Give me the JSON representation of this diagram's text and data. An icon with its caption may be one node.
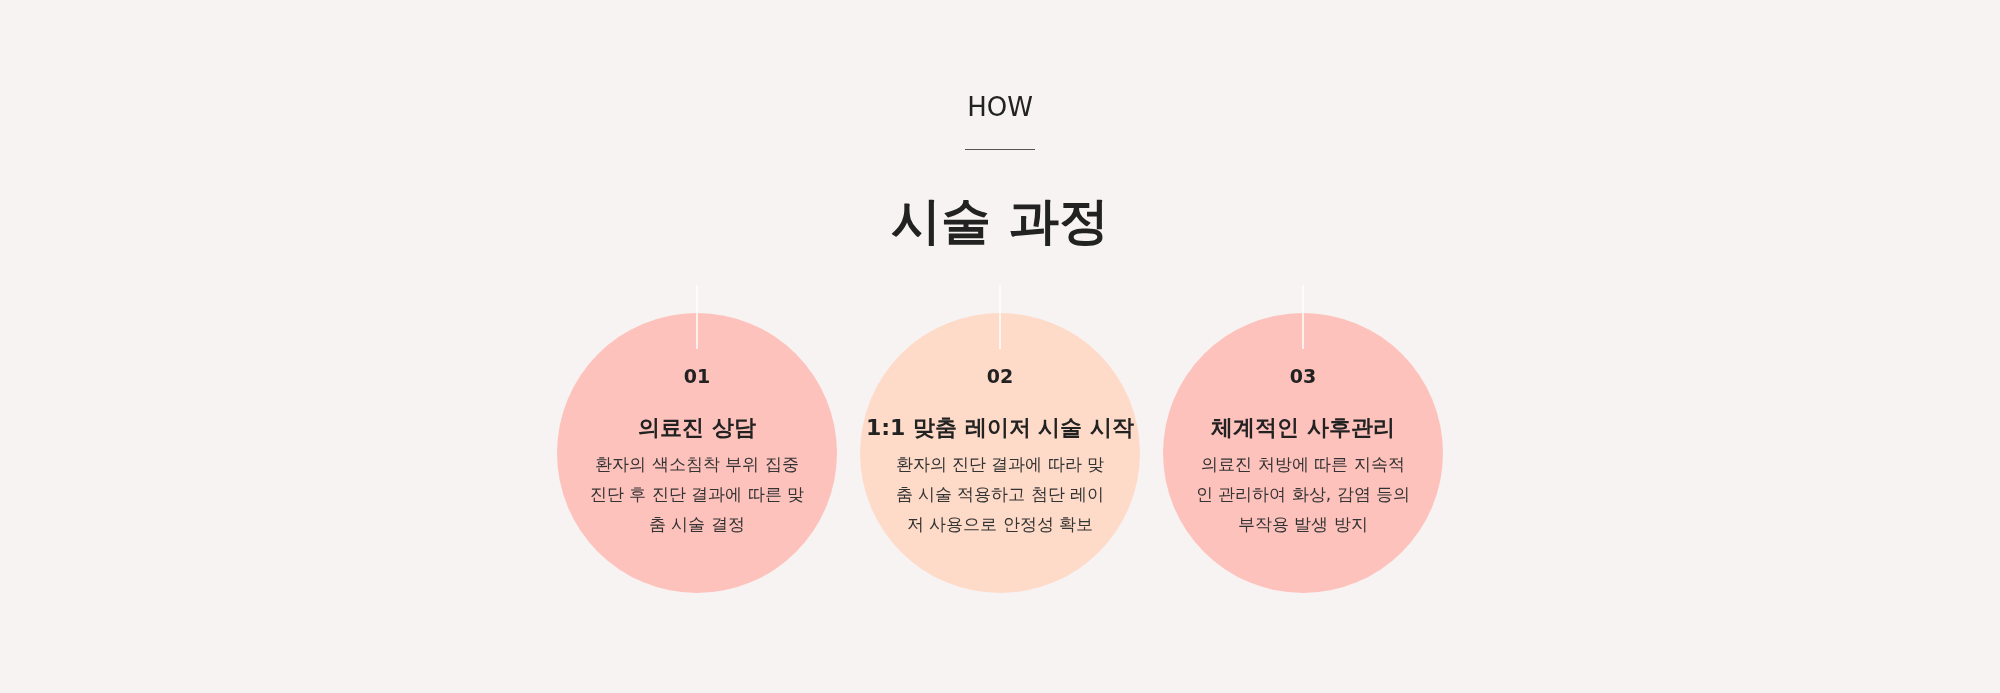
{
  "diagram": {
    "title": "시술 과정",
    "nodes": [
      {
        "text": [
          "01",
          "의료진 상담",
          "환자의 색소침착 부위 집중 진단 후 진단 결과에 따른 맞춤 시술 결정"
        ]
      },
      {
        "text": [
          "02",
          "1:1 맞춤 레이저 시술 시작",
          "환자의 진단 결과에 따라 맞춤 시술 적용하고 첨단 레이저 사용으로 안정성 확보"
        ]
      },
      {
        "text": [
          "03",
          "체계적인 사후관리",
          "의료진 처방에 따른 지속적인 관리하여 화상, 감염 등의 부작용 발생 방지"
        ]
      }
    ],
    "labels": [
      "HOW"
    ]
  }
}
